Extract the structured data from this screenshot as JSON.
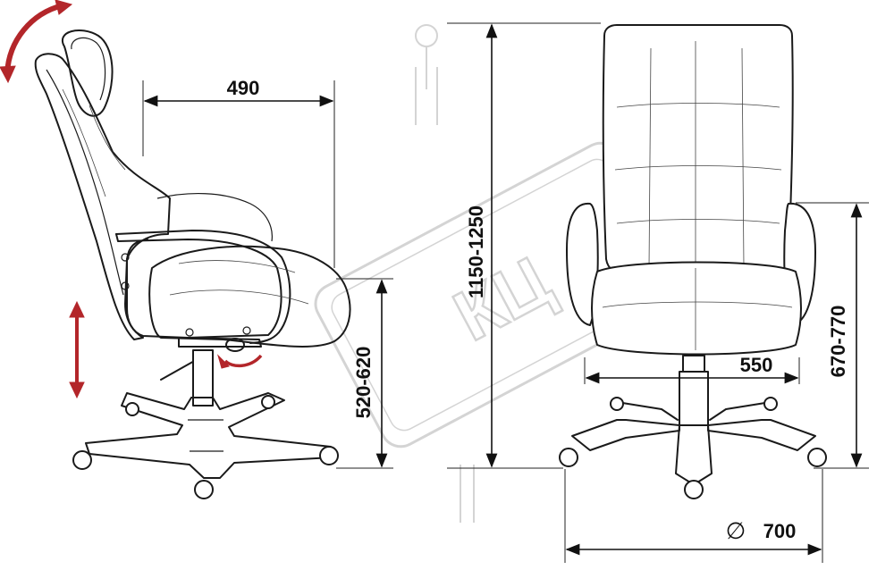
{
  "dimensions": {
    "seat_depth": "490",
    "overall_height": "1150-1250",
    "seat_height": "520-620",
    "armrest_height": "670-770",
    "seat_width": "550",
    "base_diameter": "700",
    "diameter_symbol": "∅"
  },
  "watermark": {
    "text": "КЦ"
  },
  "icons": {
    "tilt": "curved-tilt-arrow-icon",
    "height": "vertical-adjust-arrow-icon",
    "lever": "gas-lift-lever"
  },
  "colors": {
    "line": "#1a1a1a",
    "accent_red": "#b3262a",
    "watermark": "#d4d4d4"
  }
}
